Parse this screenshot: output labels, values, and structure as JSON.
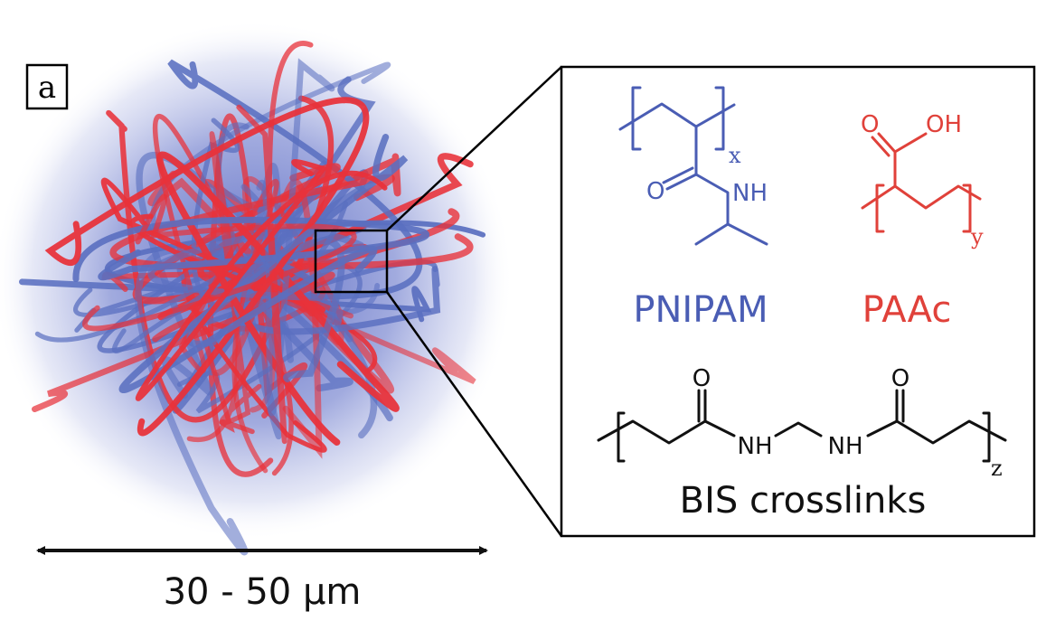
{
  "panel_label": "a",
  "scale_bar": {
    "label": "30 - 50 µm"
  },
  "colors": {
    "pnipam": "#4a5db4",
    "paac": "#e0413a",
    "bis": "#111111",
    "strand_blue": "#5a6fc0",
    "strand_red": "#e8323a",
    "halo": "#3d4fb8"
  },
  "inset": {
    "pnipam": {
      "name": "PNIPAM",
      "carbonyl_O": "O",
      "amide": "NH",
      "subscript": "x"
    },
    "paac": {
      "name": "PAAc",
      "carbonyl_O": "O",
      "hydroxyl": "OH",
      "subscript": "y"
    },
    "bis": {
      "name": "BIS crosslinks",
      "O1": "O",
      "O2": "O",
      "NH1": "NH",
      "NH2": "NH",
      "subscript": "z"
    }
  }
}
